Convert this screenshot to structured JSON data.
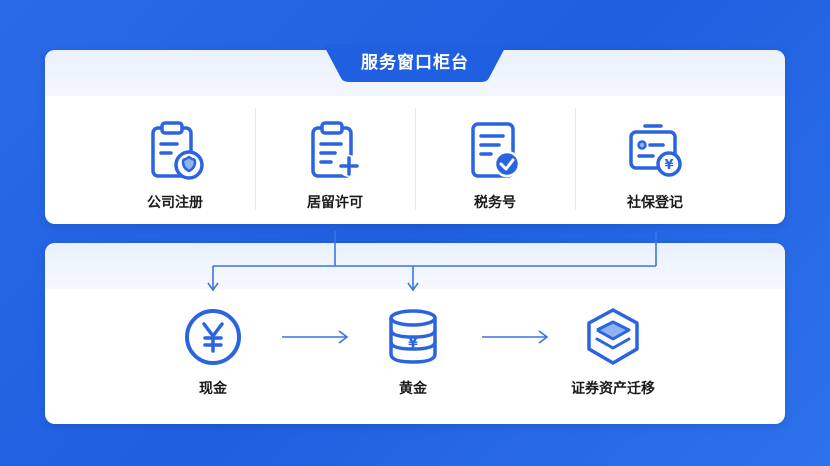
{
  "title": "服务窗口柜台",
  "services": [
    {
      "label": "公司注册",
      "icon": "clipboard-shield-icon"
    },
    {
      "label": "居留许可",
      "icon": "clipboard-plus-icon"
    },
    {
      "label": "税务号",
      "icon": "document-check-icon"
    },
    {
      "label": "社保登记",
      "icon": "id-card-yen-icon"
    }
  ],
  "assets": [
    {
      "label": "现金",
      "icon": "yen-coin-icon"
    },
    {
      "label": "黄金",
      "icon": "gold-stack-icon"
    },
    {
      "label": "证券资产迁移",
      "icon": "layers-icon"
    }
  ],
  "colors": {
    "accent": "#1f5fe0",
    "icon": "#2a64e0",
    "line": "#3d74e4"
  }
}
